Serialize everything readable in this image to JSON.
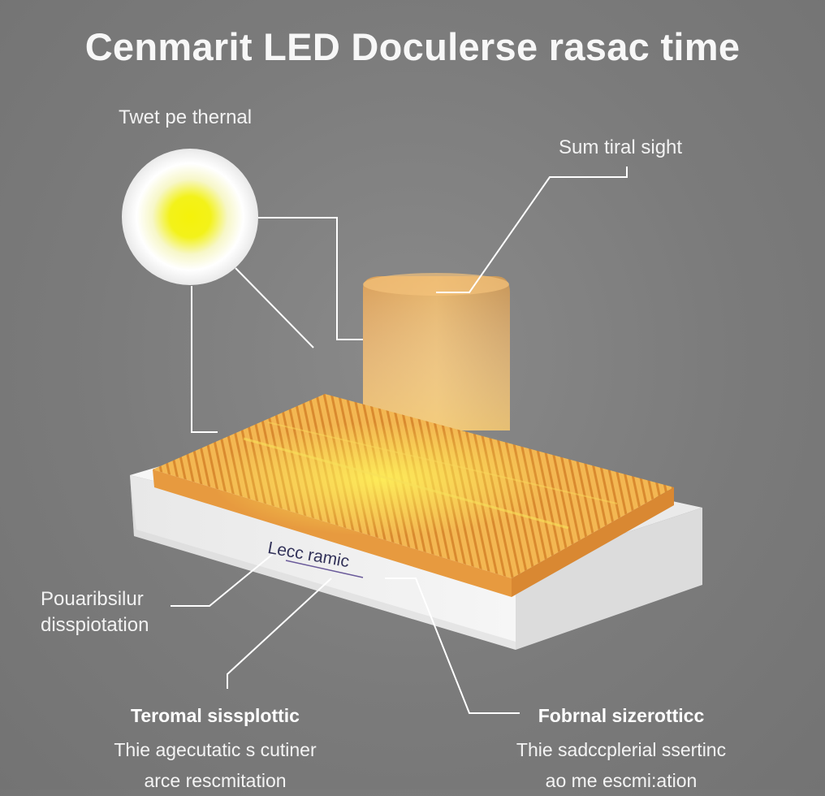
{
  "title": "Cenmarit LED Doculerse rasac time",
  "labels": {
    "thermal": "Twet pe thernal",
    "sight": "Sum tiral sight",
    "ceramic": "Lecc ramic",
    "dissipation_line1": "Pouaribsilur",
    "dissipation_line2": "disspiotation"
  },
  "captions": {
    "left": {
      "heading": "Teromal sissplottic",
      "line1": "Thie agecutatic s cutiner",
      "line2": "arce rescmitation"
    },
    "right": {
      "heading": "Fobrnal sizerotticc",
      "line1": "Thie sadccplerial ssertinc",
      "line2": "ao me escmi:ation"
    }
  },
  "colors": {
    "background": "#7b7b7b",
    "led_core": "#f5f20a",
    "fins": "#f2b24a",
    "substrate": "#f4f4f4",
    "leader_lines": "#ffffff"
  }
}
